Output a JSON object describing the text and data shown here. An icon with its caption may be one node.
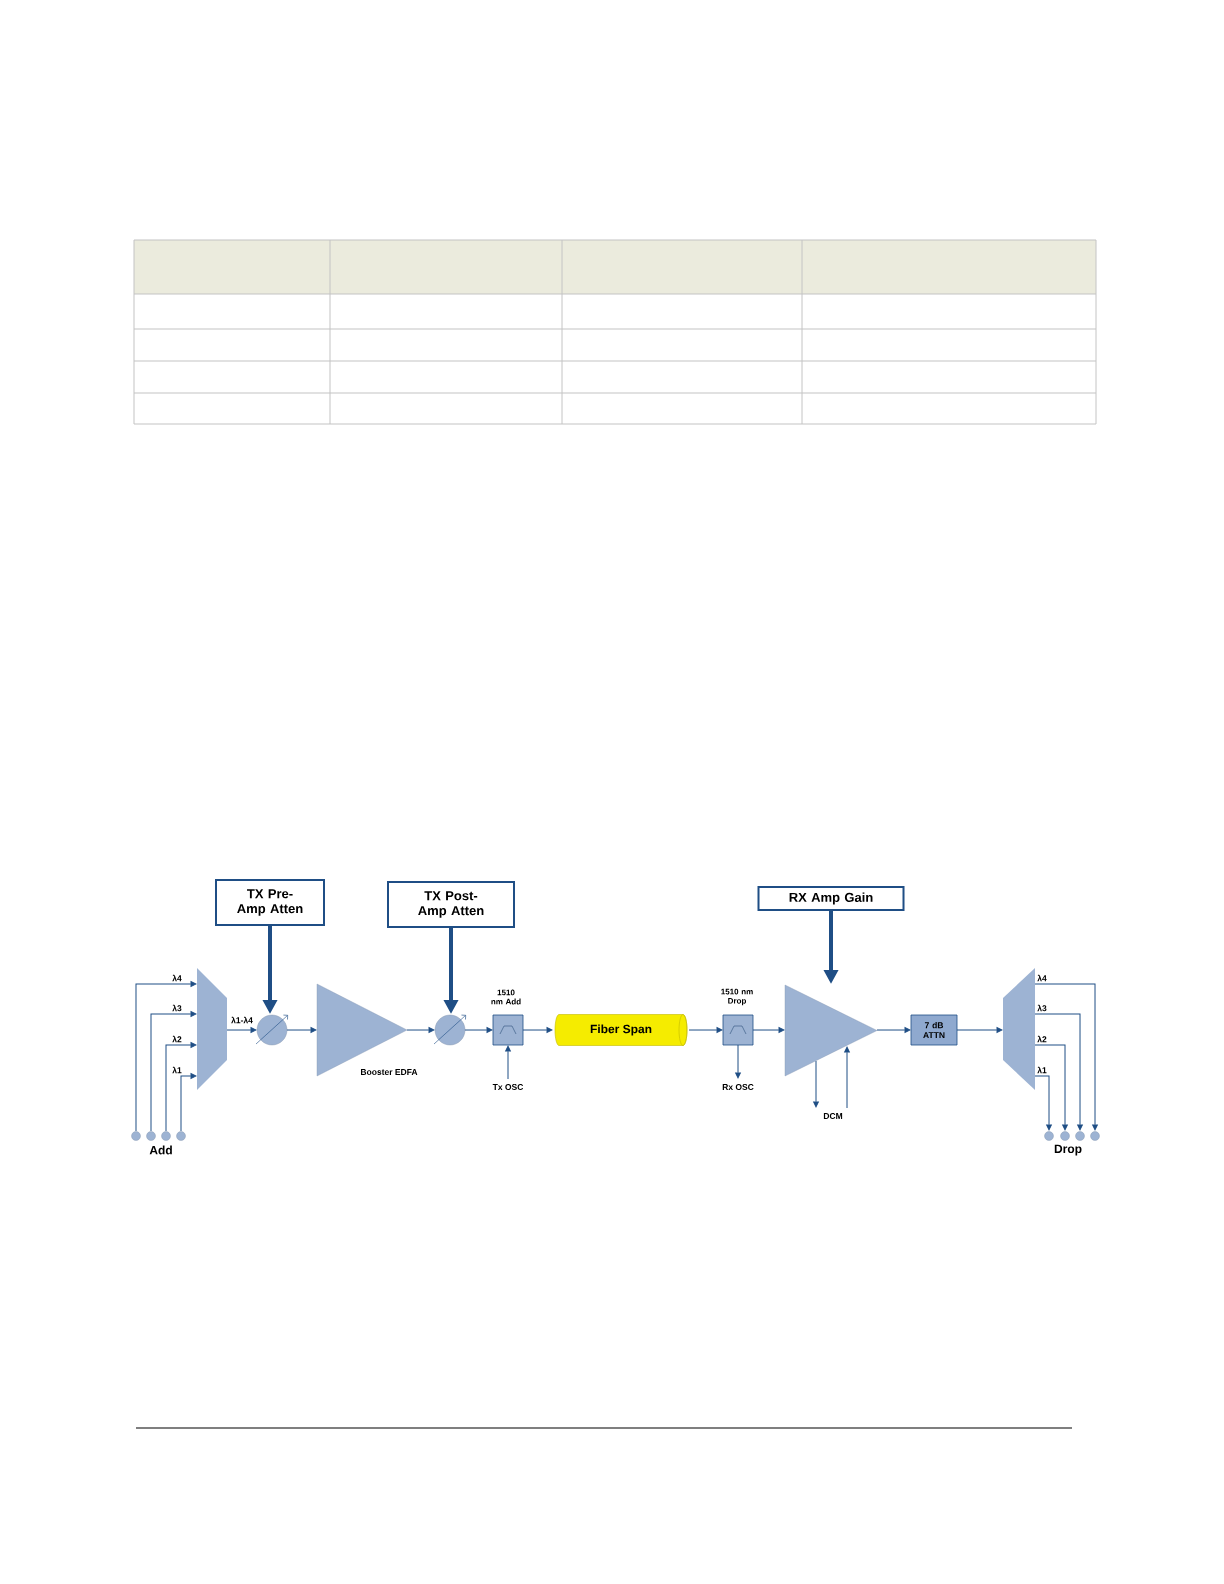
{
  "diagram": {
    "nodes": [
      {
        "text": [
          "TX Pre-Amp Atten"
        ]
      },
      {
        "text": [
          "TX Post-Amp Atten"
        ]
      },
      {
        "text": [
          "RX Amp Gain"
        ]
      },
      {
        "text": [],
        "shape": "circle"
      },
      {
        "text": [],
        "shape": "circle"
      },
      {
        "text": [],
        "shape": "circle"
      },
      {
        "text": [],
        "shape": "circle"
      },
      {
        "text": [],
        "shape": "trapezoid"
      },
      {
        "text": [],
        "shape": "circle"
      },
      {
        "text": [
          "Booster EDFA"
        ]
      },
      {
        "text": [],
        "shape": "circle"
      },
      {
        "text": [
          "1510 nm Add"
        ]
      },
      {
        "text": [
          "Tx OSC"
        ]
      },
      {
        "text": [
          "Fiber Span"
        ]
      },
      {
        "text": [
          "1510 nm Drop"
        ]
      },
      {
        "text": [
          "Rx OSC"
        ]
      },
      {
        "text": [],
        "shape": "triangle"
      },
      {
        "text": [
          "DCM"
        ]
      },
      {
        "text": [
          "7 dB ATTN"
        ]
      },
      {
        "text": [],
        "shape": "trapezoid"
      },
      {
        "text": [],
        "shape": "circle"
      },
      {
        "text": [],
        "shape": "circle"
      },
      {
        "text": [],
        "shape": "circle"
      },
      {
        "text": [],
        "shape": "circle"
      }
    ],
    "edges": [
      {
        "from": 0,
        "to": 8,
        "arrow": "to",
        "style": "thick"
      },
      {
        "from": 1,
        "to": 10,
        "arrow": "to",
        "style": "thick"
      },
      {
        "from": 2,
        "to": 16,
        "arrow": "to",
        "style": "thick"
      },
      {
        "from": 3,
        "to": 7,
        "arrow": "to",
        "label": "λ4"
      },
      {
        "from": 4,
        "to": 7,
        "arrow": "to",
        "label": "λ3"
      },
      {
        "from": 5,
        "to": 7,
        "arrow": "to",
        "label": "λ2"
      },
      {
        "from": 6,
        "to": 7,
        "arrow": "to",
        "label": "λ1"
      },
      {
        "from": 7,
        "to": 8,
        "arrow": "to",
        "label": "λ1-λ4"
      },
      {
        "from": 8,
        "to": 9,
        "arrow": "to"
      },
      {
        "from": 9,
        "to": 10,
        "arrow": "to"
      },
      {
        "from": 10,
        "to": 11,
        "arrow": "to"
      },
      {
        "from": 12,
        "to": 11,
        "arrow": "to"
      },
      {
        "from": 11,
        "to": 13,
        "arrow": "to"
      },
      {
        "from": 13,
        "to": 14,
        "arrow": "to"
      },
      {
        "from": 14,
        "to": 15,
        "arrow": "to"
      },
      {
        "from": 14,
        "to": 16,
        "arrow": "to"
      },
      {
        "from": 16,
        "to": 17,
        "arrow": "to"
      },
      {
        "from": 17,
        "to": 16,
        "arrow": "to"
      },
      {
        "from": 16,
        "to": 18,
        "arrow": "to"
      },
      {
        "from": 18,
        "to": 19,
        "arrow": "to"
      },
      {
        "from": 19,
        "to": 20,
        "arrow": "to",
        "label": "λ1"
      },
      {
        "from": 19,
        "to": 21,
        "arrow": "to",
        "label": "λ2"
      },
      {
        "from": 19,
        "to": 22,
        "arrow": "to",
        "label": "λ3"
      },
      {
        "from": 19,
        "to": 23,
        "arrow": "to",
        "label": "λ4"
      }
    ],
    "labels": [
      "Add",
      "Drop"
    ]
  }
}
